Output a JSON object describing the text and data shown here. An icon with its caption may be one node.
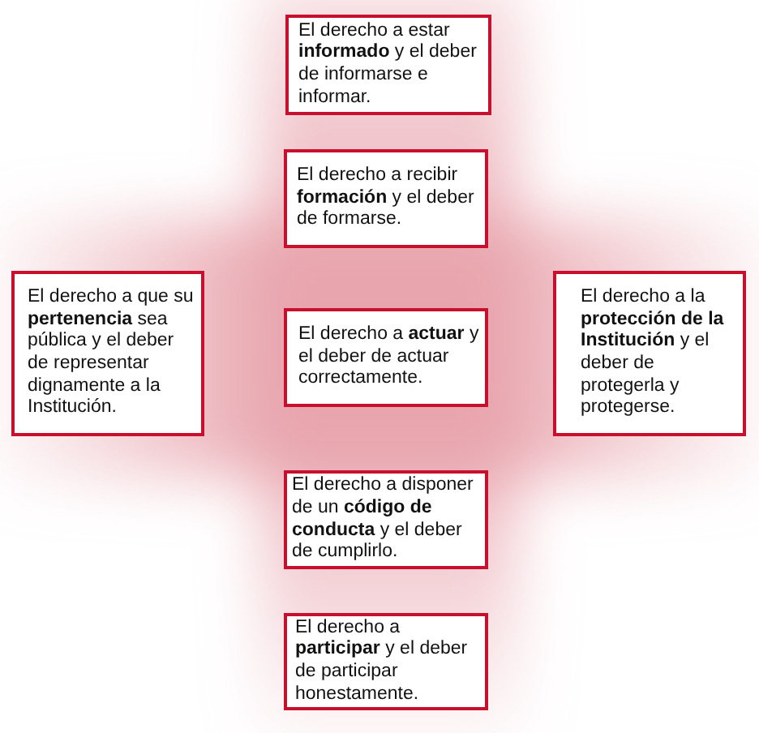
{
  "diagram": {
    "nodes": [
      {
        "text": [
          "El derecho a estar **informado** y el deber de informarse e informar."
        ]
      },
      {
        "text": [
          "El derecho a recibir **formación** y el deber de formarse."
        ]
      },
      {
        "text": [
          "El derecho a que su **pertenencia** sea pública y el deber de representar dignamente a la Institución."
        ]
      },
      {
        "text": [
          "El derecho a **actuar** y el deber de actuar correctamente."
        ]
      },
      {
        "text": [
          "El derecho a la **protección de la Institución** y el deber de protegerla y protegerse."
        ]
      },
      {
        "text": [
          "El derecho a disponer de un **código de conducta** y el deber de cumplirlo."
        ]
      },
      {
        "text": [
          "El derecho a **participar** y el deber de participar honestamente."
        ]
      }
    ]
  }
}
